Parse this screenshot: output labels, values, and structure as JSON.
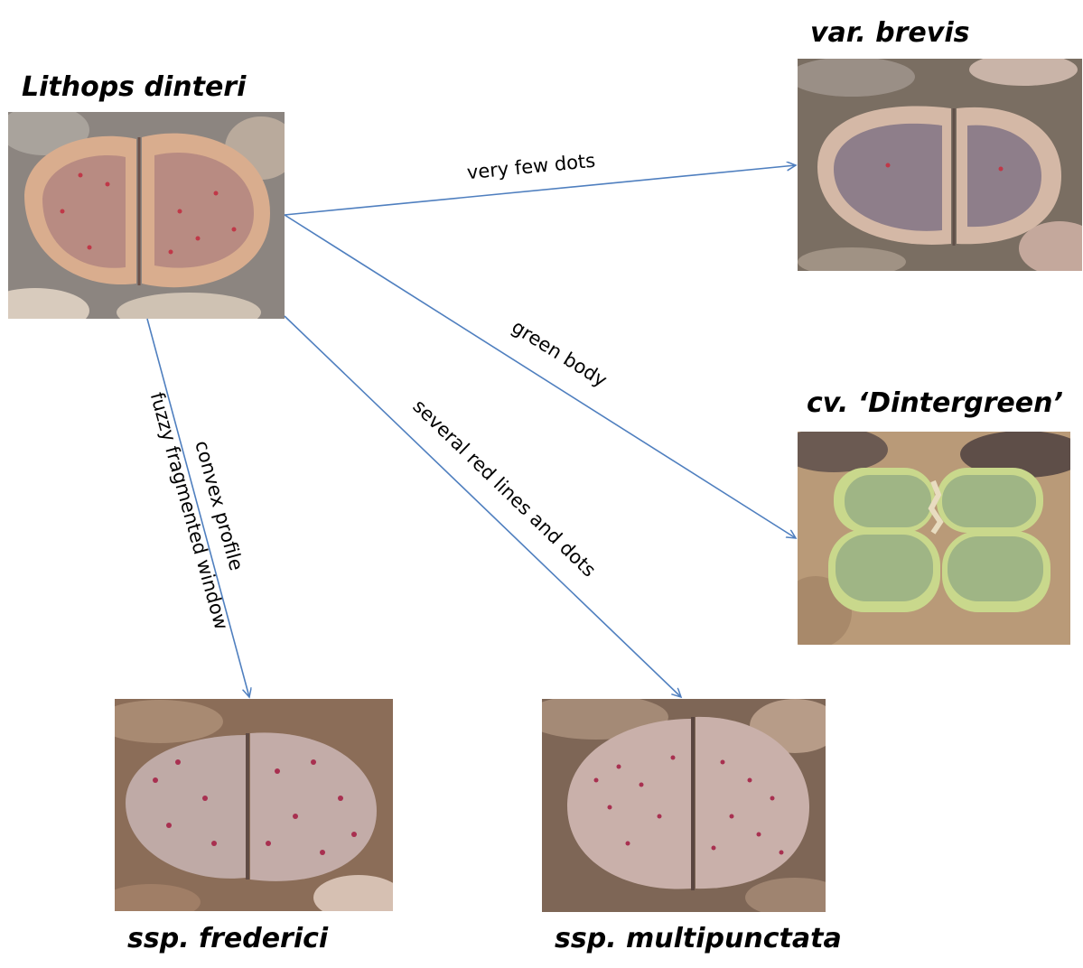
{
  "nodes": {
    "root": {
      "title": "Lithops dinteri"
    },
    "brevis": {
      "title": "var. brevis"
    },
    "green": {
      "title": "cv. ‘Dintergreen’"
    },
    "fred": {
      "title": "ssp. frederici"
    },
    "multi": {
      "title": "ssp. multipunctata"
    }
  },
  "edges": {
    "to_brevis": {
      "label": "very few dots"
    },
    "to_green": {
      "label": "green body"
    },
    "to_fred": {
      "label_1": "convex profile",
      "label_2": "fuzzy fragmented window"
    },
    "to_multi": {
      "label": "several red lines and dots"
    }
  },
  "colors": {
    "arrow": "#4f7fbf"
  }
}
